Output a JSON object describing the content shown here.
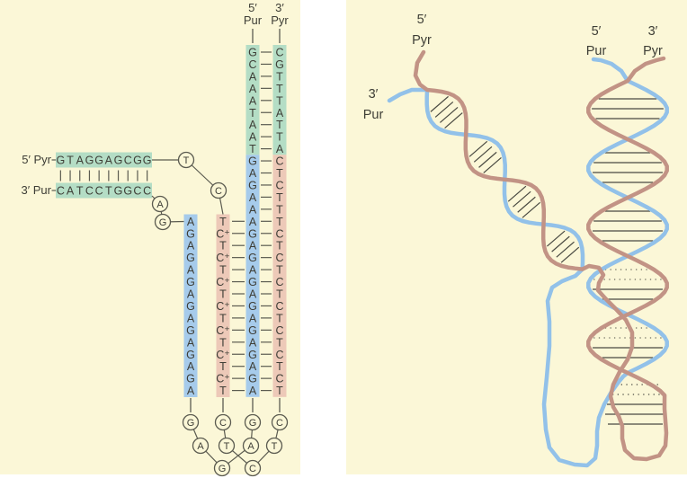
{
  "colors": {
    "page_bg": "#ffffff",
    "panel_bg": "#FBF7D7",
    "green_box": "#B4DDC5",
    "blue_box": "#A6CBEB",
    "pink_box": "#EDC9B8",
    "text": "#3E3E36",
    "line": "#5B5B50",
    "strand_blue": "#92C1E9",
    "strand_brown": "#C29385",
    "rung": "#4A4A42"
  },
  "left": {
    "labels": {
      "h_top_label": "5′ Pyr",
      "h_bottom_label": "3′ Pur",
      "col3_prime": "5′",
      "col3_name": "Pur",
      "col4_prime": "3′",
      "col4_name": "Pyr"
    },
    "h_top_seq": [
      "G",
      "T",
      "A",
      "G",
      "G",
      "A",
      "G",
      "C",
      "G",
      "G"
    ],
    "h_bottom_seq": [
      "C",
      "A",
      "T",
      "C",
      "C",
      "T",
      "G",
      "G",
      "C",
      "C"
    ],
    "loop_top_pyr": [
      "T",
      "C"
    ],
    "loop_top_pur": [
      "A",
      "G"
    ],
    "col1": [
      "A",
      "G",
      "A",
      "G",
      "A",
      "G",
      "A",
      "G",
      "A",
      "G",
      "A",
      "G",
      "A",
      "G",
      "A"
    ],
    "col2": [
      "T",
      "C⁺",
      "T",
      "C⁺",
      "T",
      "C⁺",
      "T",
      "C⁺",
      "T",
      "C⁺",
      "T",
      "C⁺",
      "T",
      "C⁺",
      "T"
    ],
    "col3_green": [
      "G",
      "C",
      "A",
      "A",
      "A",
      "T",
      "A",
      "A",
      "T"
    ],
    "col3_blue": [
      "G",
      "A",
      "G",
      "A",
      "A",
      "A",
      "G",
      "A",
      "G",
      "A",
      "G",
      "A",
      "G",
      "A",
      "G",
      "A",
      "G",
      "A",
      "G",
      "A"
    ],
    "col4_green": [
      "C",
      "G",
      "T",
      "T",
      "T",
      "A",
      "T",
      "T",
      "A"
    ],
    "col4_pink": [
      "C",
      "T",
      "C",
      "T",
      "T",
      "T",
      "C",
      "T",
      "C",
      "T",
      "C",
      "T",
      "C",
      "T",
      "C",
      "T",
      "C",
      "T",
      "C",
      "T"
    ],
    "loop_bottom_pur": [
      "G",
      "A",
      "G",
      "A",
      "G"
    ],
    "loop_bottom_pyr": [
      "C",
      "T",
      "C",
      "T",
      "C"
    ]
  },
  "right": {
    "labels": {
      "pyr5_prime": "5′",
      "pyr5_name": "Pyr",
      "pur3_prime": "3′",
      "pur3_name": "Pur",
      "pur5_prime": "5′",
      "pur5_name": "Pur",
      "pyr3_prime": "3′",
      "pyr3_name": "Pyr"
    }
  }
}
